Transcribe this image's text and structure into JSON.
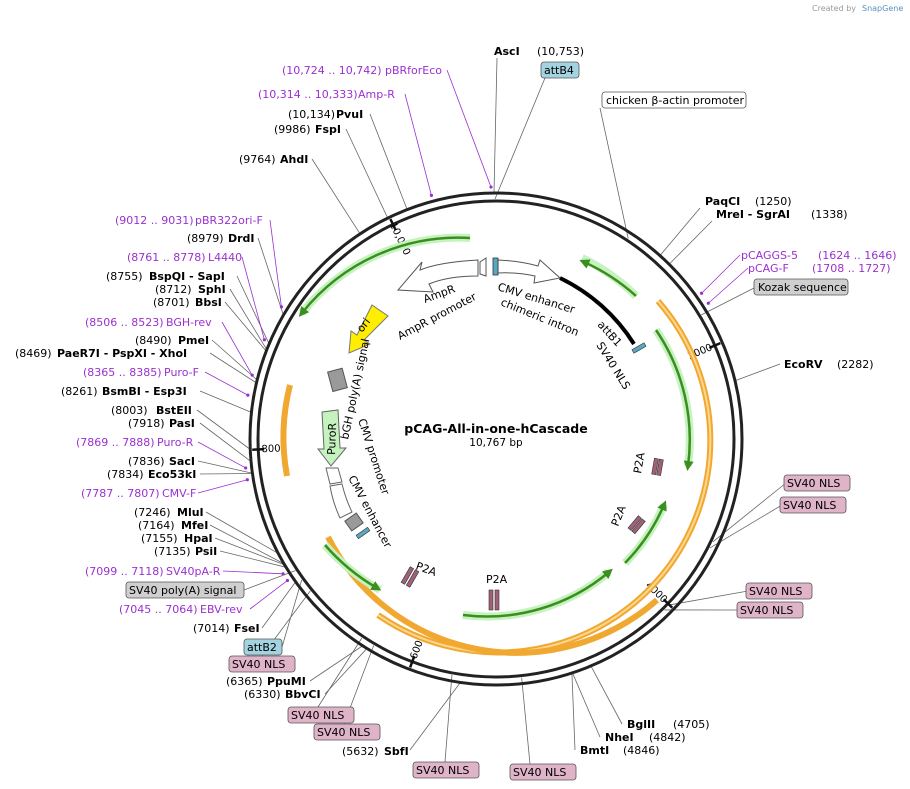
{
  "header": {
    "credit": "Created by",
    "brand": "SnapGene"
  },
  "plasmid": {
    "name": "pCAG-All-in-one-hCascade",
    "size": "10,767 bp",
    "length": 10767
  },
  "ticks": [
    {
      "pos": 2000,
      "label": "2000"
    },
    {
      "pos": 4000,
      "label": "4000"
    },
    {
      "pos": 6000,
      "label": "6000"
    },
    {
      "pos": 8000,
      "label": "8000"
    },
    {
      "pos": 10000,
      "label": "10,000"
    }
  ],
  "sites": [
    {
      "pos": 10753,
      "name": "AscI",
      "position": "(10,753)"
    },
    {
      "pos": 1250,
      "name": "PaqCI",
      "position": "(1250)"
    },
    {
      "pos": 1338,
      "name": "MreI - SgrAI",
      "position": "(1338)"
    },
    {
      "pos": 2282,
      "name": "EcoRV",
      "position": "(2282)"
    },
    {
      "pos": 4705,
      "name": "BglII",
      "position": "(4705)"
    },
    {
      "pos": 4842,
      "name": "NheI",
      "position": "(4842)"
    },
    {
      "pos": 4846,
      "name": "BmtI",
      "position": "(4846)"
    },
    {
      "pos": 5632,
      "name": "SbfI",
      "position": "(5632)"
    },
    {
      "pos": 6330,
      "name": "BbvCI",
      "position": "(6330)"
    },
    {
      "pos": 6365,
      "name": "PpuMI",
      "position": "(6365)"
    },
    {
      "pos": 7014,
      "name": "FseI",
      "position": "(7014)"
    },
    {
      "pos": 7135,
      "name": "PsiI",
      "position": "(7135)"
    },
    {
      "pos": 7155,
      "name": "HpaI",
      "position": "(7155)"
    },
    {
      "pos": 7164,
      "name": "MfeI",
      "position": "(7164)"
    },
    {
      "pos": 7246,
      "name": "MluI",
      "position": "(7246)"
    },
    {
      "pos": 7834,
      "name": "Eco53kI",
      "position": "(7834)"
    },
    {
      "pos": 7836,
      "name": "SacI",
      "position": "(7836)"
    },
    {
      "pos": 7918,
      "name": "PasI",
      "position": "(7918)"
    },
    {
      "pos": 8003,
      "name": "BstEII",
      "position": "(8003)"
    },
    {
      "pos": 8261,
      "name": "BsmBI - Esp3I",
      "position": "(8261)"
    },
    {
      "pos": 8469,
      "name": "PaeR7I - PspXI - XhoI",
      "position": "(8469)"
    },
    {
      "pos": 8490,
      "name": "PmeI",
      "position": "(8490)"
    },
    {
      "pos": 8701,
      "name": "BbsI",
      "position": "(8701)"
    },
    {
      "pos": 8712,
      "name": "SphI",
      "position": "(8712)"
    },
    {
      "pos": 8755,
      "name": "BspQI - SapI",
      "position": "(8755)"
    },
    {
      "pos": 8979,
      "name": "DrdI",
      "position": "(8979)"
    },
    {
      "pos": 9764,
      "name": "AhdI",
      "position": "(9764)"
    },
    {
      "pos": 9986,
      "name": "FspI",
      "position": "(9986)"
    },
    {
      "pos": 10134,
      "name": "PvuI",
      "position": "(10,134)"
    }
  ],
  "primers": [
    {
      "pos": 10733,
      "name": "pBRforEco",
      "range": "(10,724 .. 10,742)"
    },
    {
      "pos": 10323,
      "name": "Amp-R",
      "range": "(10,314 .. 10,333)"
    },
    {
      "pos": 1635,
      "name": "pCAGGS-5",
      "range": "(1624 .. 1646)"
    },
    {
      "pos": 1717,
      "name": "pCAG-F",
      "range": "(1708 .. 1727)"
    },
    {
      "pos": 9021,
      "name": "pBR322ori-F",
      "range": "(9012 .. 9031)"
    },
    {
      "pos": 8769,
      "name": "L4440",
      "range": "(8761 .. 8778)"
    },
    {
      "pos": 8514,
      "name": "BGH-rev",
      "range": "(8506 .. 8523)"
    },
    {
      "pos": 8375,
      "name": "Puro-F",
      "range": "(8365 .. 8385)"
    },
    {
      "pos": 7878,
      "name": "Puro-R",
      "range": "(7869 .. 7888)"
    },
    {
      "pos": 7797,
      "name": "CMV-F",
      "range": "(7787 .. 7807)"
    },
    {
      "pos": 7108,
      "name": "SV40pA-R",
      "range": "(7099 .. 7118)"
    },
    {
      "pos": 7054,
      "name": "EBV-rev",
      "range": "(7045 .. 7064)"
    }
  ],
  "boxes": [
    {
      "name": "attB4",
      "kind": "att"
    },
    {
      "name": "chicken β-actin promoter",
      "kind": "white"
    },
    {
      "name": "Kozak sequence",
      "kind": "grey"
    },
    {
      "name": "SV40 NLS",
      "kind": "nls"
    },
    {
      "name": "SV40 NLS",
      "kind": "nls"
    },
    {
      "name": "SV40 NLS",
      "kind": "nls"
    },
    {
      "name": "SV40 NLS",
      "kind": "nls"
    },
    {
      "name": "SV40 NLS",
      "kind": "nls"
    },
    {
      "name": "SV40 NLS",
      "kind": "nls"
    },
    {
      "name": "SV40 NLS",
      "kind": "nls"
    },
    {
      "name": "SV40 NLS",
      "kind": "nls"
    },
    {
      "name": "SV40 NLS",
      "kind": "nls"
    },
    {
      "name": "SV40 poly(A) signal",
      "kind": "grey"
    },
    {
      "name": "attB2",
      "kind": "att"
    }
  ],
  "features": [
    {
      "name": "AmpR",
      "kind": "white-arrow"
    },
    {
      "name": "AmpR promoter",
      "kind": "white-arrow"
    },
    {
      "name": "ori",
      "kind": "yellow-arrow"
    },
    {
      "name": "bGH poly(A) signal",
      "kind": "grey-box"
    },
    {
      "name": "PuroR",
      "kind": "green-arrow"
    },
    {
      "name": "CMV promoter",
      "kind": "white-arrow"
    },
    {
      "name": "CMV enhancer",
      "kind": "white-arrow"
    },
    {
      "name": "CMV enhancer",
      "kind": "white-arrow"
    },
    {
      "name": "chimeric intron",
      "kind": "black-arc"
    },
    {
      "name": "attB1",
      "kind": "att"
    },
    {
      "name": "SV40 NLS",
      "kind": "nls"
    },
    {
      "name": "P2A",
      "kind": "p2a"
    },
    {
      "name": "P2A",
      "kind": "p2a"
    },
    {
      "name": "P2A",
      "kind": "p2a"
    },
    {
      "name": "P2A",
      "kind": "p2a"
    }
  ],
  "colors": {
    "primer": "#9b30d0",
    "att_fill": "#a3d3e0",
    "nls_fill": "#dfb3c8",
    "grey_fill": "#cfcfcf",
    "orange": "#f0a830",
    "green": "#3a8f1e",
    "green_fill": "#c6f2c0",
    "ori_fill": "#ffee00",
    "p2a_fill": "#a0607a"
  }
}
